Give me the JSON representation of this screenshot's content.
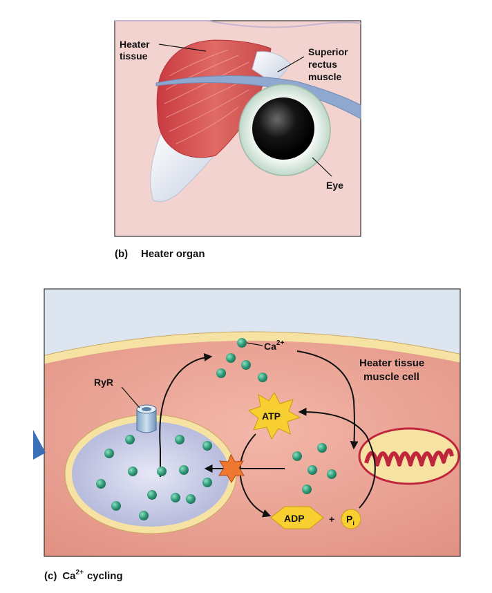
{
  "panel_b": {
    "labels": {
      "heater_line1": "Heater",
      "heater_line2": "tissue",
      "superior_line1": "Superior",
      "superior_line2": "rectus",
      "superior_line3": "muscle",
      "eye": "Eye"
    },
    "caption": {
      "letter": "(b)",
      "text": "Heater organ"
    }
  },
  "panel_c": {
    "labels": {
      "ca": "Ca",
      "ca_sup": "2+",
      "cell_line1": "Heater tissue",
      "cell_line2": "muscle cell",
      "ryr": "RyR",
      "atp": "ATP",
      "adp": "ADP",
      "plus": "+",
      "pi_main": "P",
      "pi_sub": "i"
    },
    "caption": {
      "letter": "(c)",
      "ca": "Ca",
      "ca_sup": "2+",
      "text": "cycling"
    }
  },
  "colors": {
    "panel_b_bg": "#f2d3cf",
    "cell_fill": "#eaa294",
    "membrane": "#f6e3a4",
    "outside": "#dde6f0",
    "sr_fill": "#c9cbe6",
    "ion": "#2e9a78",
    "star": "#f7cf30",
    "adp_fill": "#f7cf30",
    "mito": "#c0263b",
    "muscle": "#d84a4a"
  }
}
